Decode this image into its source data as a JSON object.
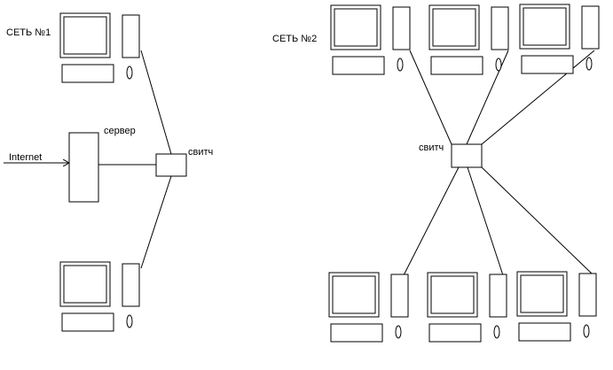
{
  "labels": {
    "network1": "СЕТЬ №1",
    "network2": "СЕТЬ №2",
    "internet": "Internet",
    "server": "сервер",
    "switch1": "свитч",
    "switch2": "свитч"
  },
  "colors": {
    "stroke": "#000000",
    "background": "#ffffff"
  }
}
